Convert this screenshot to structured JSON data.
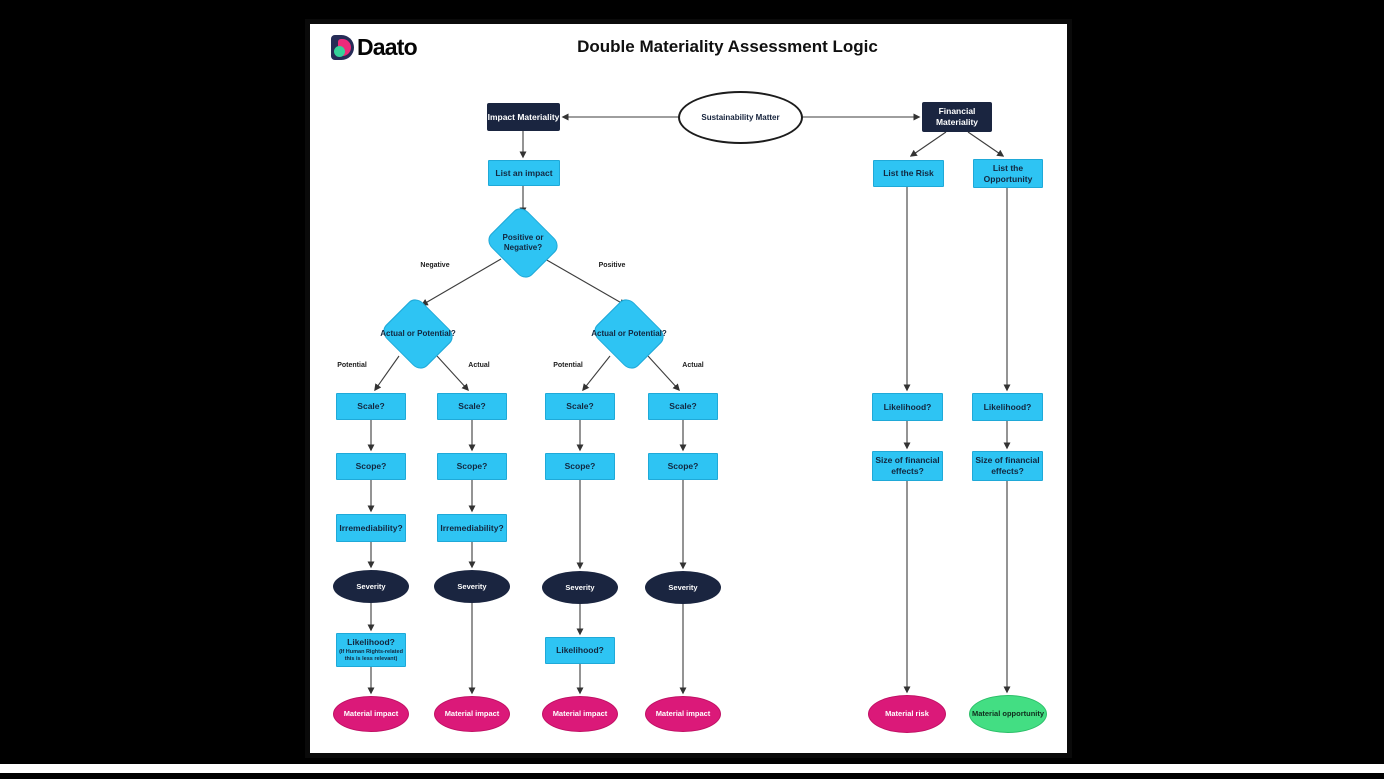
{
  "brand": {
    "name": "Daato"
  },
  "header": {
    "title": "Double Materiality Assessment Logic"
  },
  "root": {
    "label": "Sustainability Matter"
  },
  "impact": {
    "header": "Impact Materiality",
    "list_step": "List an impact",
    "decision_pos_neg": "Positive or Negative?",
    "edge_negative": "Negative",
    "edge_positive": "Positive",
    "decision_actual_potential": "Actual or Potential?",
    "edge_potential": "Potential",
    "edge_actual": "Actual",
    "scale": "Scale?",
    "scope": "Scope?",
    "irremediability": "Irremediability?",
    "severity": "Severity",
    "likelihood": "Likelihood?",
    "likelihood_note_1": "(If Human Rights-related",
    "likelihood_note_2": "this is less relevant)",
    "result": "Material impact"
  },
  "financial": {
    "header": "Financial Materiality",
    "list_risk": "List the Risk",
    "list_opportunity": "List the Opportunity",
    "likelihood": "Likelihood?",
    "size_effects": "Size of financial effects?",
    "result_risk": "Material risk",
    "result_opportunity": "Material opportunity"
  },
  "colors": {
    "cyan": "#2EC4F3",
    "navy": "#1A2540",
    "pink": "#DB1979",
    "green": "#43DE83"
  }
}
